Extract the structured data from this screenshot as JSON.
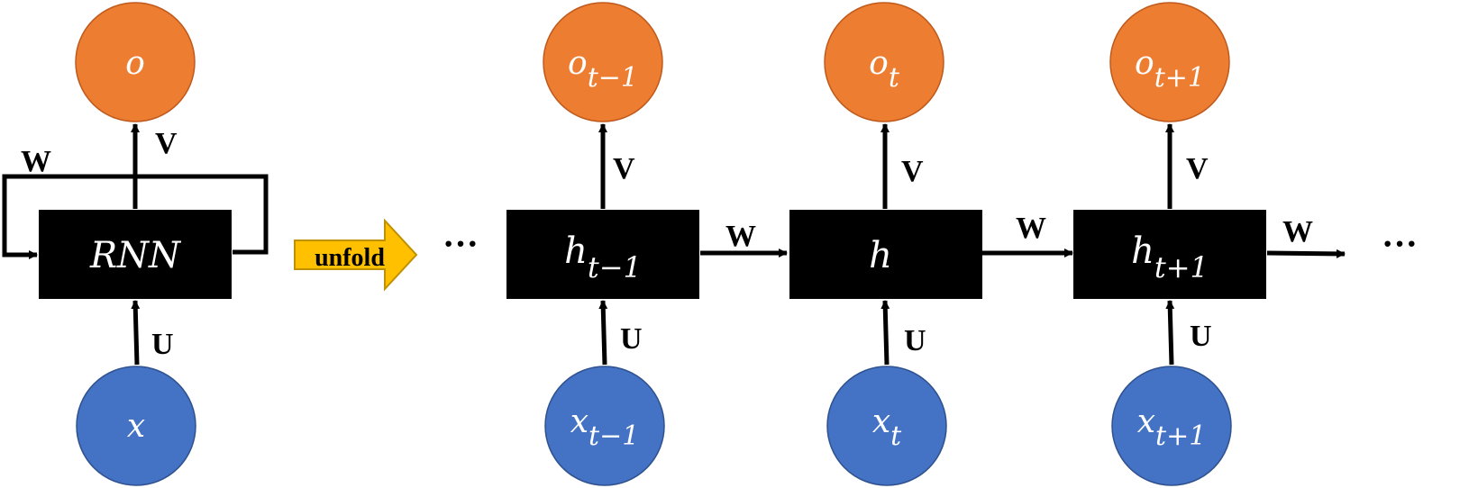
{
  "colors": {
    "output": "#ed7d31",
    "input": "#4472c4",
    "cell": "#000000",
    "unfold_arrow": "#ffc000",
    "unfold_arrow_border": "#bf9000"
  },
  "folded": {
    "output": {
      "var": "o",
      "sub": ""
    },
    "cell": "RNN",
    "input": {
      "var": "x",
      "sub": ""
    },
    "w": "W",
    "v": "V",
    "u": "U"
  },
  "unfold_label": "unfold",
  "ellipsis": "···",
  "steps": [
    {
      "output": {
        "var": "o",
        "sub": "t−1"
      },
      "hidden": {
        "var": "h",
        "sub": "t−1"
      },
      "input": {
        "var": "x",
        "sub": "t−1"
      },
      "v": "V",
      "u": "U",
      "w": "W"
    },
    {
      "output": {
        "var": "o",
        "sub": "t"
      },
      "hidden": {
        "var": "h",
        "sub": ""
      },
      "input": {
        "var": "x",
        "sub": "t"
      },
      "v": "V",
      "u": "U",
      "w": "W"
    },
    {
      "output": {
        "var": "o",
        "sub": "t+1"
      },
      "hidden": {
        "var": "h",
        "sub": "t+1"
      },
      "input": {
        "var": "x",
        "sub": "t+1"
      },
      "v": "V",
      "u": "U",
      "w": "W"
    }
  ]
}
